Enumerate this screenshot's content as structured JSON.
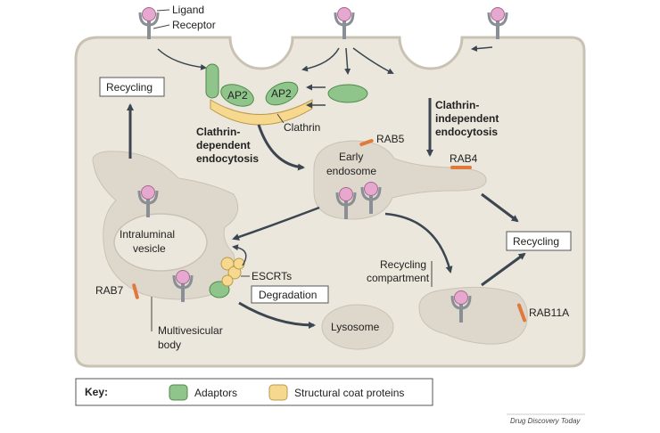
{
  "labels": {
    "ligand": "Ligand",
    "receptor": "Receptor",
    "recycling_left": "Recycling",
    "ap2_a": "AP2",
    "ap2_b": "AP2",
    "clathrin": "Clathrin",
    "clathrin_dep_1": "Clathrin-",
    "clathrin_dep_2": "dependent",
    "clathrin_dep_3": "endocytosis",
    "clathrin_indep_1": "Clathrin-",
    "clathrin_indep_2": "independent",
    "clathrin_indep_3": "endocytosis",
    "rab5": "RAB5",
    "rab4": "RAB4",
    "early_endosome_1": "Early",
    "early_endosome_2": "endosome",
    "intraluminal_1": "Intraluminal",
    "intraluminal_2": "vesicle",
    "escrts": "ESCRTs",
    "degradation": "Degradation",
    "rab7": "RAB7",
    "mvb_1": "Multivesicular",
    "mvb_2": "body",
    "lysosome": "Lysosome",
    "recycling_compartment_1": "Recycling",
    "recycling_compartment_2": "compartment",
    "recycling_right": "Recycling",
    "rab11a": "RAB11A"
  },
  "key": {
    "title": "Key:",
    "adaptors": "Adaptors",
    "structural": "Structural coat proteins"
  },
  "credit": "Drug Discovery Today",
  "colors": {
    "cell": "#ece7dc",
    "cell_border": "#c9c2b4",
    "organelle": "#ded8cc",
    "adaptor": "#8fc48a",
    "structural": "#f6d98e",
    "ligand": "#e7a8d0",
    "rab": "#e07a3c",
    "arrow": "#3b4650"
  }
}
